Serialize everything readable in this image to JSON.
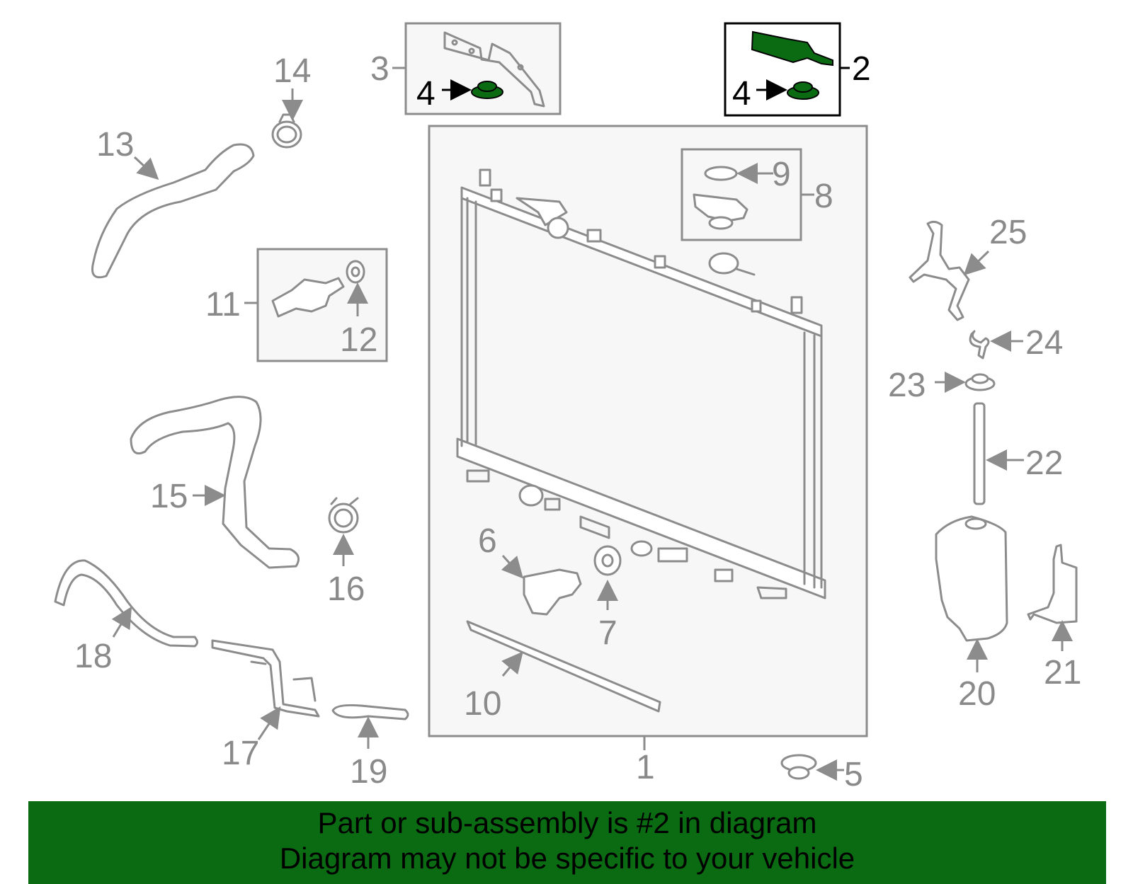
{
  "diagram": {
    "callouts": [
      "1",
      "2",
      "3",
      "4",
      "4",
      "5",
      "6",
      "7",
      "8",
      "9",
      "10",
      "11",
      "12",
      "13",
      "14",
      "15",
      "16",
      "17",
      "18",
      "19",
      "20",
      "21",
      "22",
      "23",
      "24",
      "25"
    ],
    "highlight_color": "#0b6b12",
    "highlighted_part": "2"
  },
  "footer": {
    "line1": "Part or sub-assembly is #2 in diagram",
    "line2": "Diagram may not be specific to your vehicle"
  }
}
